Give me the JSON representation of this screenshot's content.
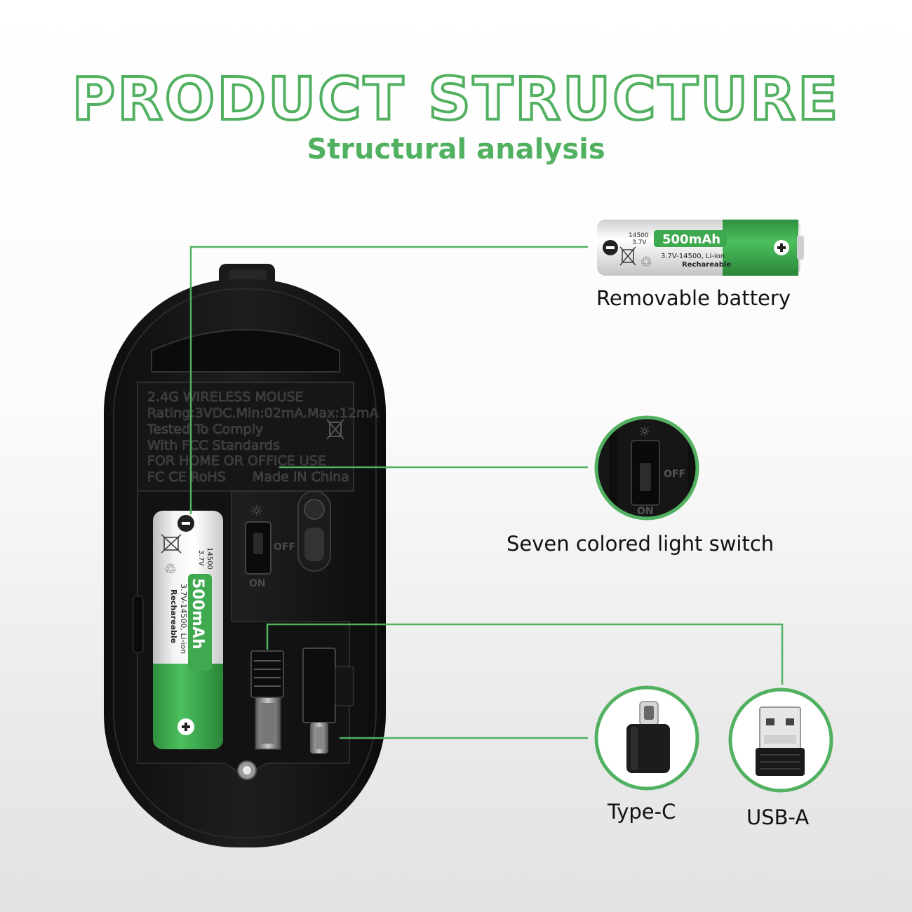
{
  "header": {
    "title": "PRODUCT STRUCTURE",
    "subtitle": "Structural analysis"
  },
  "mouse_label": {
    "line1": "2.4G WIRELESS MOUSE",
    "line2": "Rating:3VDC.Min:02mA.Max:12mA",
    "line3": "Tested To Comply",
    "line4": "With FCC Standards",
    "line5": "FOR HOME OR OFFICE USE",
    "line6": "FC CE RoHS",
    "line7": "Made IN China"
  },
  "battery": {
    "model": "14500",
    "voltage": "3.7V",
    "capacity": "500mAh",
    "spec": "3.7V-14500, Li-ion",
    "rechargeable": "Rechareable",
    "minus": "⊖",
    "plus": "⊕"
  },
  "switch": {
    "off": "OFF",
    "on": "ON"
  },
  "callouts": {
    "battery_label": "Removable battery",
    "switch_label": "Seven colored light switch",
    "typec_label": "Type-C",
    "usba_label": "USB-A"
  },
  "colors": {
    "accent": "#52b161",
    "battery_green": "#3ea94f",
    "mouse_body": "#141414"
  }
}
